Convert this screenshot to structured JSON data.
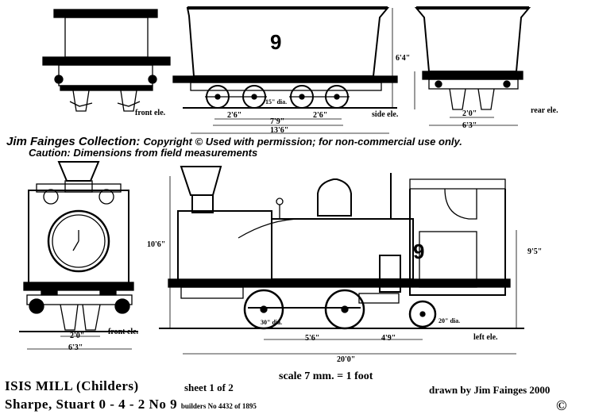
{
  "header": {
    "collection": "Jim Fainges Collection:",
    "copyright": "Copyright © Used with permission; for non-commercial use only.",
    "caution": "Caution: Dimensions from field measurements"
  },
  "title": {
    "line1": "ISIS MILL (Childers)",
    "line2": "Sharpe, Stuart  0 - 4 - 2  No  9",
    "builders": "builders No 4432  of 1895",
    "sheet": "sheet  1 of 2",
    "scale": "scale  7 mm. = 1 foot",
    "drawn_by": "drawn  by  Jim Fainges  2000",
    "copyright_mark": "©"
  },
  "views": {
    "tender_front": "front ele.",
    "tender_side": "side ele.",
    "tender_rear": "rear ele.",
    "loco_front": "front ele.",
    "loco_left": "left ele."
  },
  "tender_number": "9",
  "cab_number": "9",
  "dimensions": {
    "tender_height": "6'4\"",
    "tender_axle_a": "2'6\"",
    "tender_centre": "7'9\"",
    "tender_axle_b": "2'6\"",
    "tender_length": "13'6\"",
    "tender_wheel": "15\" dia.",
    "tender_rear_gauge": "2'0\"",
    "tender_rear_width": "6'3\"",
    "loco_height": "10'6\"",
    "cab_height": "9'5\"",
    "front_gauge": "2'0\"",
    "front_width": "6'3\"",
    "driving_wheel": "30\" dia.",
    "trailing_wheel": "20\" dia.",
    "wheelbase_a": "5'6\"",
    "wheelbase_b": "4'9\"",
    "wheelbase_total": "20'0\""
  }
}
